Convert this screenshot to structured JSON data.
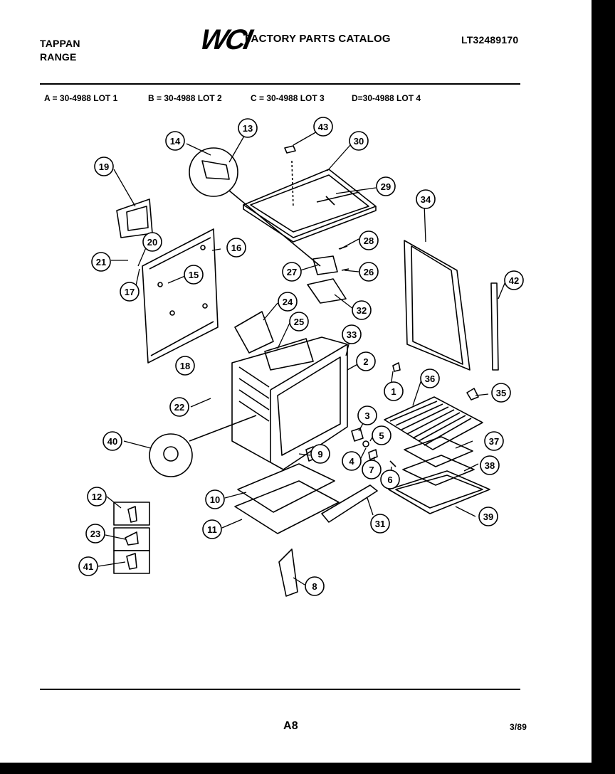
{
  "header": {
    "brand_line1": "TAPPAN",
    "brand_line2": "RANGE",
    "logo": "WCI",
    "catalog_title": "FACTORY PARTS CATALOG",
    "model_number": "LT32489170"
  },
  "lots": [
    {
      "label": "A = 30-4988 LOT 1"
    },
    {
      "label": "B = 30-4988 LOT 2"
    },
    {
      "label": "C = 30-4988 LOT 3"
    },
    {
      "label": "D=30-4988 LOT 4"
    }
  ],
  "callouts": [
    "1",
    "2",
    "3",
    "4",
    "5",
    "6",
    "7",
    "8",
    "9",
    "10",
    "11",
    "12",
    "13",
    "14",
    "15",
    "16",
    "17",
    "18",
    "19",
    "20",
    "21",
    "22",
    "23",
    "24",
    "25",
    "26",
    "27",
    "28",
    "29",
    "30",
    "31",
    "32",
    "33",
    "34",
    "35",
    "36",
    "37",
    "38",
    "39",
    "40",
    "41",
    "42",
    "43"
  ],
  "footer": {
    "page": "A8",
    "date": "3/89"
  }
}
